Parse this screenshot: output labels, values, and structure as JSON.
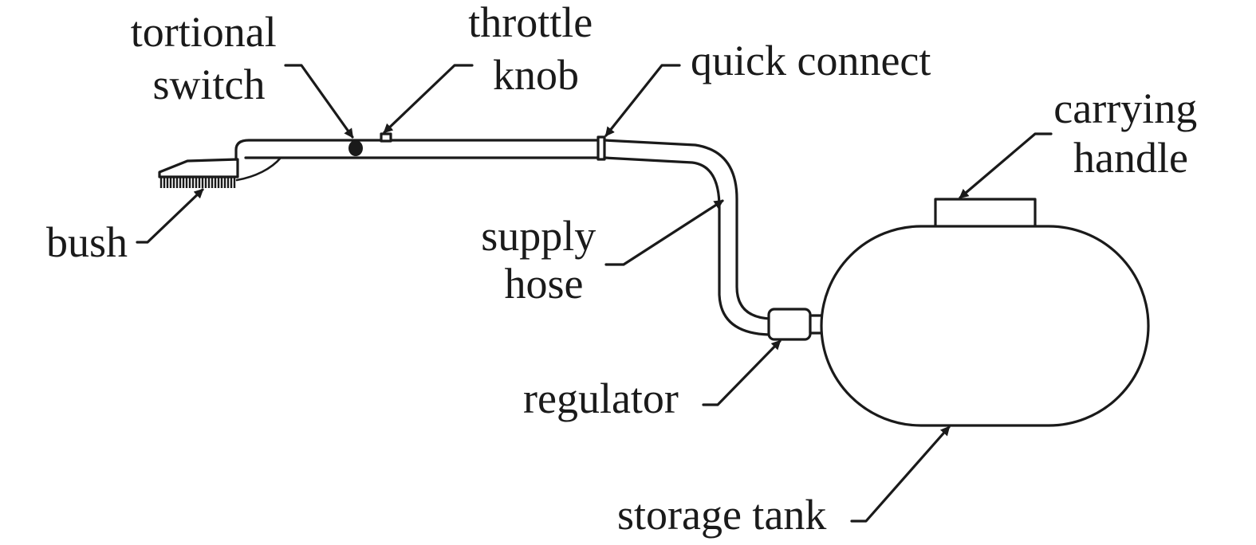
{
  "labels": {
    "tortional_switch": [
      "tortional",
      "switch"
    ],
    "throttle_knob": [
      "throttle",
      "knob"
    ],
    "quick_connect": "quick connect",
    "carrying_handle": [
      "carrying",
      "handle"
    ],
    "bush": "bush",
    "supply_hose": [
      "supply",
      "hose"
    ],
    "regulator": "regulator",
    "storage_tank": "storage tank"
  },
  "colors": {
    "ink": "#1a1a1a",
    "background": "#ffffff"
  }
}
